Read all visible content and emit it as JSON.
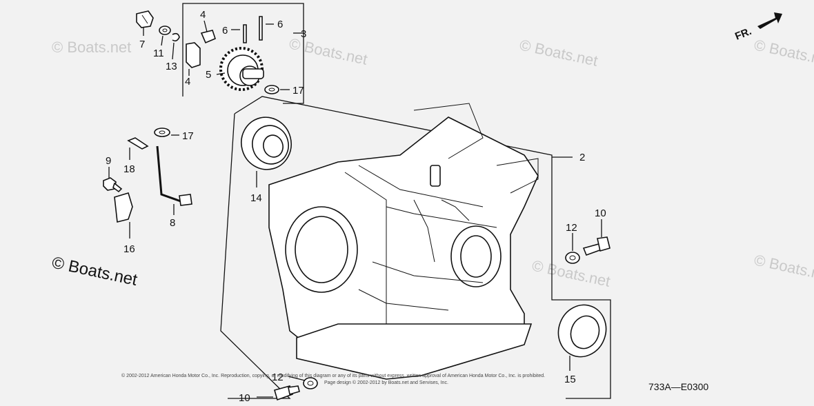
{
  "diagram": {
    "code": "733A—E0300",
    "direction_label": "FR.",
    "copyright_line": "© 2002-2012 American Honda Motor Co., Inc. Reproduction, copying, or modifying of this diagram or any of its parts without express, written approval of American Honda Motor Co., Inc. is prohibited.",
    "copyright_line2": "Page design © 2002-2012 by Boats.net and Servises, Inc.",
    "watermarks": [
      "© Boats.net",
      "© Boats.net",
      "© Boats.net",
      "© Boats.net",
      "© Boats.net",
      "© Boats.net"
    ],
    "main_watermark": "© Boats.net"
  },
  "callouts": {
    "c2": "2",
    "c3": "3",
    "c4a": "4",
    "c4b": "4",
    "c5": "5",
    "c6a": "6",
    "c6b": "6",
    "c7": "7",
    "c8": "8",
    "c9": "9",
    "c10a": "10",
    "c10b": "10",
    "c11": "11",
    "c12a": "12",
    "c12b": "12",
    "c13": "13",
    "c14": "14",
    "c15": "15",
    "c16": "16",
    "c17a": "17",
    "c17b": "17",
    "c18": "18"
  }
}
